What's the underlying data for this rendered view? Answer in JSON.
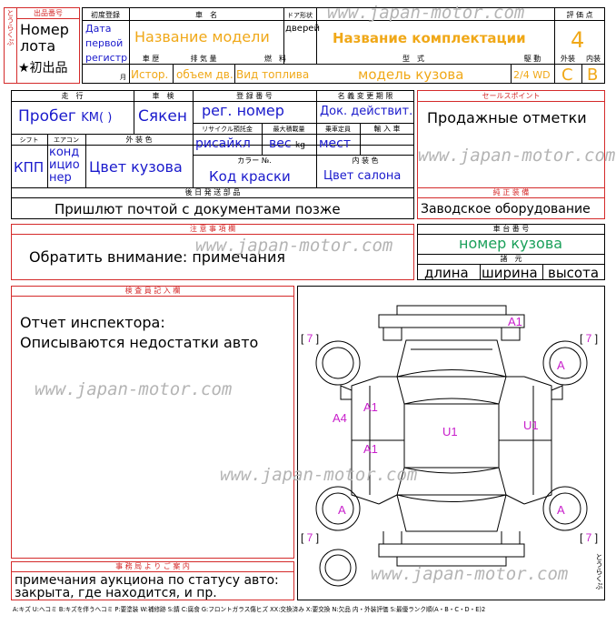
{
  "lot": {
    "label_lot_number": "出品番号",
    "lot_number": "Номер лота",
    "first_listing": "★初出品",
    "vertical_text": "とうらくぷ"
  },
  "top": {
    "first_reg_label": "初度登録",
    "first_reg_value": "Дата первой регистр",
    "month_suffix": "月",
    "car_name_label": "車　名",
    "model_name": "Название модели",
    "door_label": "ドア形状",
    "doors": "дверей",
    "trim_name": "Название комплектации",
    "grade_label": "評 価 点",
    "grade": "4",
    "history_label": "車 歴",
    "history": "Истор.",
    "displacement_label": "排 気 量",
    "displacement": "объем дв.",
    "fuel_label": "燃　料",
    "fuel": "Вид топлива",
    "body_type_label": "型　式",
    "body_model": "модель кузова",
    "drive_label": "駆 動",
    "drive": "2/4 WD",
    "exterior_label": "外装",
    "exterior_grade": "C",
    "interior_label": "内装",
    "interior_grade": "B"
  },
  "details": {
    "mileage_label": "走　行",
    "mileage": "Пробег",
    "mileage_unit": "KM( )",
    "inspection_label": "車　検",
    "inspection": "Сякен",
    "reg_no_label": "登 録 番 号",
    "reg_no": "рег. номер",
    "name_change_label": "名 義 変 更 期 限",
    "docs_valid": "Док. действит.",
    "recycle_label": "リサイクル預託金",
    "recycle": "рисайкл",
    "max_load_label": "最大積載量",
    "weight": "вес",
    "weight_unit": "kg",
    "capacity_label": "乗車定員",
    "seats": "мест",
    "import_label": "輸 入 車",
    "shift_label": "シフト",
    "aircon_label": "エアコン",
    "transmission": "КПП",
    "aircon": "кондиционер",
    "body_color_label": "外 装 色",
    "body_color": "Цвет кузова",
    "color_no_label": "カラー №.",
    "paint_code": "Код краски",
    "interior_color_label": "内 装 色",
    "interior_color": "Цвет салона",
    "later_parts_label": "後 日 発 送 部 品",
    "later_parts": "Пришлют почтой с документами позже"
  },
  "sales": {
    "sales_points_label": "セールスポイント",
    "sales_points": "Продажные отметки",
    "equipment_label": "純 正 装 備",
    "equipment": "Заводское оборудование"
  },
  "notes": {
    "caution_label": "注 意 事 項 欄",
    "caution": "Обратить внимание: примечания"
  },
  "chassis": {
    "chassis_label": "車 台 番 号",
    "chassis_no": "номер кузова",
    "dims_label": "諸　元",
    "length": "длина",
    "width": "ширина",
    "height": "высота"
  },
  "inspector": {
    "label": "検 査 員 記 入 欄",
    "line1": "Отчет инспектора:",
    "line2": "Описываются недостатки авто"
  },
  "auction": {
    "label": "事 務 局 よ り ご 案 内",
    "line1": "примечания аукциона по статусу авто:",
    "line2": "закрыта, где находится, и пр."
  },
  "diagram": {
    "damage_marks": [
      "A1",
      "A",
      "A",
      "A1",
      "A4",
      "U1",
      "U1",
      "A1",
      "A"
    ],
    "bracket_number": "7",
    "vertical_text": "とうらくぷ"
  },
  "watermark": "www.japan-motor.com",
  "legend": "A:キズ U:ヘコミ B:キズを伴うヘコミ P:要塗装 W:補修跡 S:錆 C:腐食 G:フロントガラス傷ヒズ XX:交換済み X:要交換 N:欠品 内・外装評価 S:最優ランク順(A・B・C・D・E)2"
}
